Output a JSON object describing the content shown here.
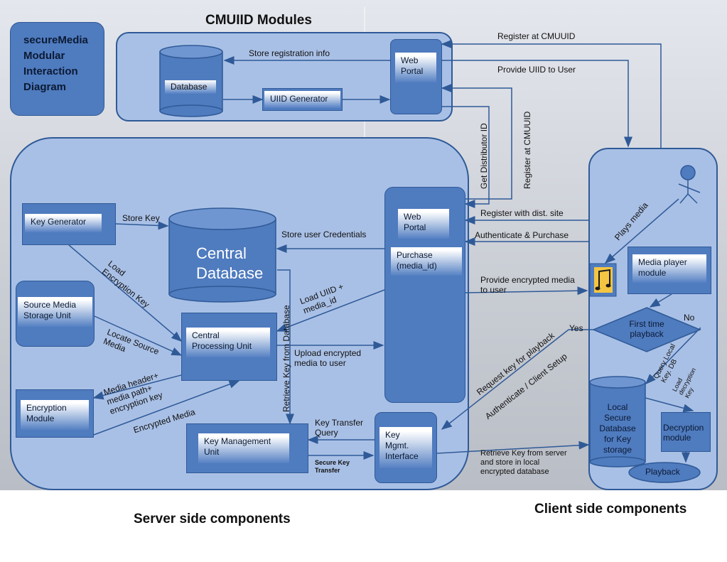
{
  "titles": {
    "cmuiid": "CMUIID Modules",
    "diagram": "secureMedia\nModular\nInteraction\nDiagram",
    "server": "Server side components",
    "client": "Client side components"
  },
  "modules": {
    "database": "Database",
    "uiid_generator": "UIID Generator",
    "web_portal_cmu": "Web\nPortal",
    "key_generator": "Key Generator",
    "central_database": "Central\nDatabase",
    "web_portal_dist": "Web\nPortal",
    "purchase": "Purchase\n(media_id)",
    "source_media": "Source Media\nStorage Unit",
    "cpu": "Central\nProcessing Unit",
    "encryption": "Encryption\nModule",
    "key_mgmt_unit": "Key Management\nUnit",
    "key_mgmt_interface": "Key\nMgmt.\nInterface",
    "media_player": "Media player\nmodule",
    "first_time": "First time\nplayback",
    "local_db": "Local\nSecure\nDatabase\nfor Key\nstorage",
    "decryption": "Decryption\nmodule",
    "playback": "Playback"
  },
  "labels": {
    "store_reg": "Store registration info",
    "register_cmu_top": "Register at CMUUID",
    "provide_uiid": "Provide UIID to User",
    "get_dist_id": "Get Distributor ID",
    "register_cmu_vert": "Register at CMUUID",
    "register_dist": "Register with  dist. site",
    "auth_purchase": "Authenticate & Purchase",
    "provide_enc": "Provide encrypted media\nto user",
    "plays_media": "Plays media",
    "store_key": "Store Key",
    "store_cred": "Store user Credentials",
    "load_enc_key": "Load\nEncryption Key",
    "locate_source": "Locate Source\nMedia",
    "load_uiid": "Load UIID +\nmedia_id",
    "retrieve_key_db": "Retrieve Key from Database",
    "upload_enc": "Upload encrypted\nmedia to user",
    "media_header": "Media header+\nmedia path+\nencryption key",
    "encrypted_media": "Encrypted Media",
    "key_transfer_query": "Key Transfer\nQuery",
    "secure_key_transfer": "Secure Key\nTransfer",
    "request_key": "Request key for  playback",
    "auth_client": "Authenticate / Client Setup",
    "retrieve_key_server": "Retrieve Key from server\nand store in local\nencrypted database",
    "yes": "Yes",
    "no": "No",
    "query_local": "Query Local\nKey. DB",
    "load_decryption": "Load\ndecryption\nKey"
  }
}
